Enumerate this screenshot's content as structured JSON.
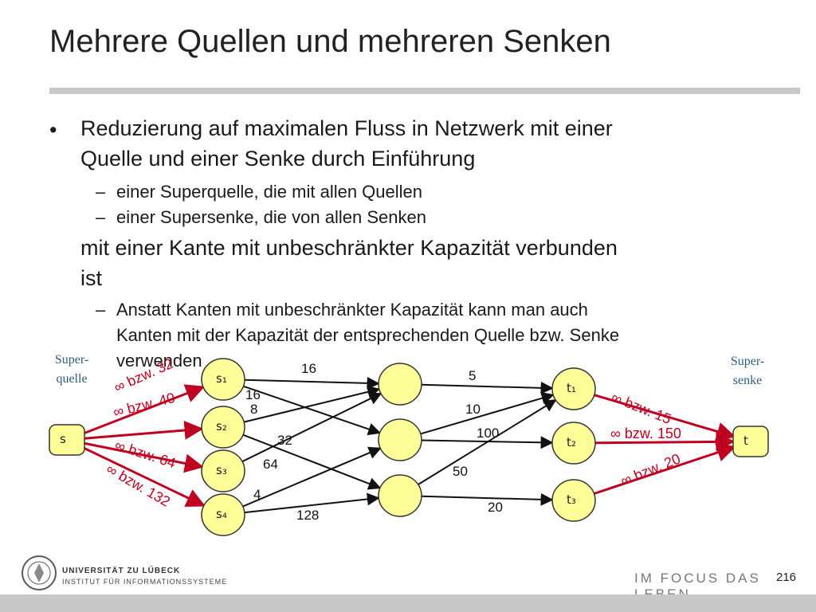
{
  "slide": {
    "title": "Mehrere Quellen und mehreren Senken",
    "bullet_symbol": "•",
    "dash_symbol": "–",
    "bullet_line1": "Reduzierung auf maximalen Fluss in Netzwerk mit einer",
    "bullet_line2": "Quelle und einer Senke durch Einführung",
    "sub1": "einer Superquelle, die mit allen Quellen",
    "sub2": "einer Supersenke, die von allen Senken",
    "cont_line1": "mit einer Kante mit unbeschränkter Kapazität verbunden",
    "cont_line2": "ist",
    "sub3_line1": "Anstatt Kanten mit unbeschränkter Kapazität kann man auch",
    "sub3_line2": "Kanten mit der Kapazität der entsprechenden Quelle bzw. Senke",
    "sub3_line3": "verwenden",
    "page_number": "216",
    "footer_slogan": "IM FOCUS DAS LEBEN",
    "uni_name": "UNIVERSITÄT ZU LÜBECK",
    "institute": "INSTITUT FÜR INFORMATIONSSYSTEME"
  },
  "diagram": {
    "super_source_label": [
      "Super-",
      "quelle"
    ],
    "super_sink_label": [
      "Super-",
      "senke"
    ],
    "colors": {
      "node_fill": "#ffff99",
      "node_stroke": "#333333",
      "edge_black": "#111111",
      "edge_red": "#c00020"
    },
    "nodes": [
      {
        "id": "s",
        "label": "s"
      },
      {
        "id": "s1",
        "label": "s₁"
      },
      {
        "id": "s2",
        "label": "s₂"
      },
      {
        "id": "s3",
        "label": "s₃"
      },
      {
        "id": "s4",
        "label": "s₄"
      },
      {
        "id": "m1",
        "label": ""
      },
      {
        "id": "m2",
        "label": ""
      },
      {
        "id": "m3",
        "label": ""
      },
      {
        "id": "t1",
        "label": "t₁"
      },
      {
        "id": "t2",
        "label": "t₂"
      },
      {
        "id": "t3",
        "label": "t₃"
      },
      {
        "id": "t",
        "label": "t"
      }
    ],
    "edges": [
      {
        "from": "s",
        "to": "s1",
        "label": "∞ bzw. 32",
        "red": true
      },
      {
        "from": "s",
        "to": "s2",
        "label": "∞ bzw. 40",
        "red": true
      },
      {
        "from": "s",
        "to": "s3",
        "label": "∞ bzw. 64",
        "red": true
      },
      {
        "from": "s",
        "to": "s4",
        "label": "∞ bzw. 132",
        "red": true
      },
      {
        "from": "s1",
        "to": "m1",
        "label": "16"
      },
      {
        "from": "s1",
        "to": "m2",
        "label": "16"
      },
      {
        "from": "s2",
        "to": "m1",
        "label": "8"
      },
      {
        "from": "s2",
        "to": "m3",
        "label": "32"
      },
      {
        "from": "s3",
        "to": "m1",
        "label": "64"
      },
      {
        "from": "s4",
        "to": "m2",
        "label": "4"
      },
      {
        "from": "s4",
        "to": "m3",
        "label": "128"
      },
      {
        "from": "m1",
        "to": "t1",
        "label": "5"
      },
      {
        "from": "m2",
        "to": "t1",
        "label": "10"
      },
      {
        "from": "m2",
        "to": "t2",
        "label": "100"
      },
      {
        "from": "m3",
        "to": "t1",
        "label": "50"
      },
      {
        "from": "m3",
        "to": "t3",
        "label": "20"
      },
      {
        "from": "t1",
        "to": "t",
        "label": "∞ bzw. 15",
        "red": true
      },
      {
        "from": "t2",
        "to": "t",
        "label": "∞ bzw. 150",
        "red": true
      },
      {
        "from": "t3",
        "to": "t",
        "label": "∞ bzw. 20",
        "red": true
      }
    ]
  }
}
